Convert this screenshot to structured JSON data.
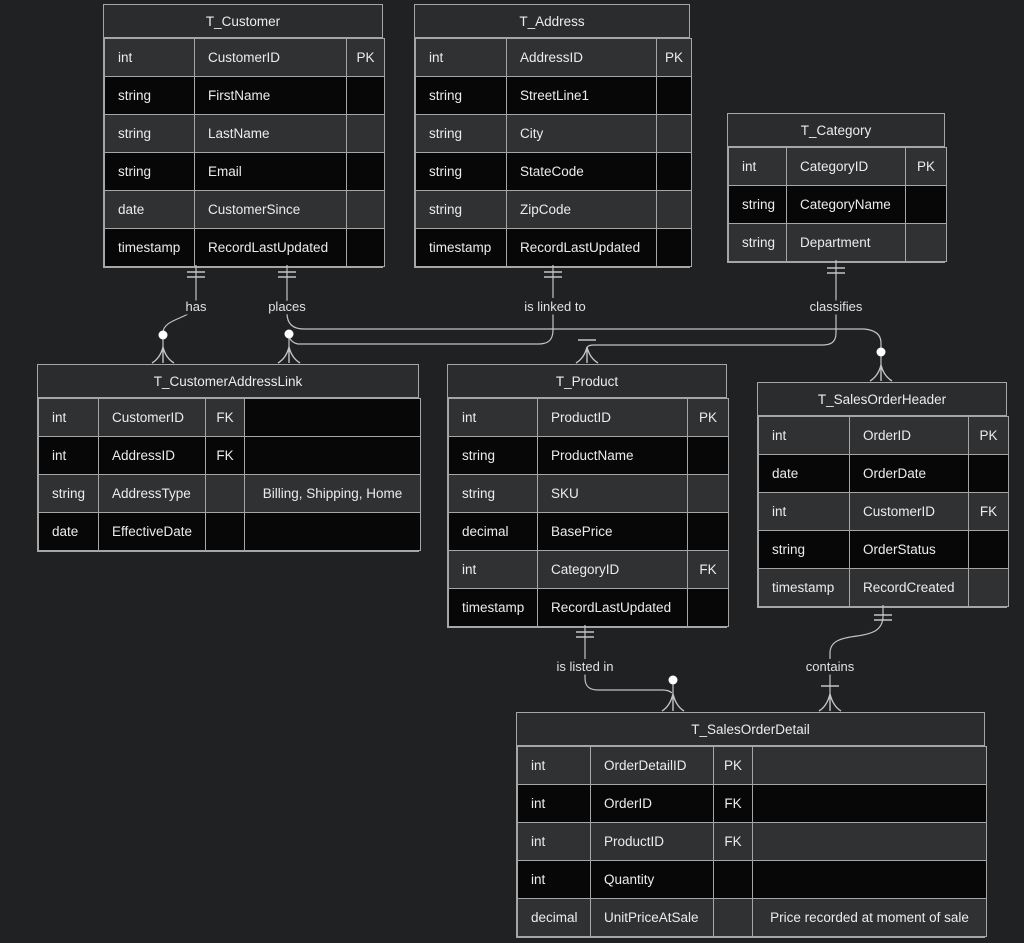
{
  "colors": {
    "background": "#202122",
    "table_header": "#2b2c2d",
    "row_light": "#303132",
    "row_dark": "#070707",
    "border": "#a6a6a6",
    "text": "#ececec",
    "line": "#c4c4c4",
    "marker_fill": "#ffffff"
  },
  "diagram": {
    "type": "entity-relationship",
    "entities": [
      {
        "title": "T_Customer",
        "rows": [
          {
            "type": "int",
            "name": "CustomerID",
            "key": "PK",
            "comment": ""
          },
          {
            "type": "string",
            "name": "FirstName",
            "key": "",
            "comment": ""
          },
          {
            "type": "string",
            "name": "LastName",
            "key": "",
            "comment": ""
          },
          {
            "type": "string",
            "name": "Email",
            "key": "",
            "comment": ""
          },
          {
            "type": "date",
            "name": "CustomerSince",
            "key": "",
            "comment": ""
          },
          {
            "type": "timestamp",
            "name": "RecordLastUpdated",
            "key": "",
            "comment": ""
          }
        ]
      },
      {
        "title": "T_Address",
        "rows": [
          {
            "type": "int",
            "name": "AddressID",
            "key": "PK",
            "comment": ""
          },
          {
            "type": "string",
            "name": "StreetLine1",
            "key": "",
            "comment": ""
          },
          {
            "type": "string",
            "name": "City",
            "key": "",
            "comment": ""
          },
          {
            "type": "string",
            "name": "StateCode",
            "key": "",
            "comment": ""
          },
          {
            "type": "string",
            "name": "ZipCode",
            "key": "",
            "comment": ""
          },
          {
            "type": "timestamp",
            "name": "RecordLastUpdated",
            "key": "",
            "comment": ""
          }
        ]
      },
      {
        "title": "T_Category",
        "rows": [
          {
            "type": "int",
            "name": "CategoryID",
            "key": "PK",
            "comment": ""
          },
          {
            "type": "string",
            "name": "CategoryName",
            "key": "",
            "comment": ""
          },
          {
            "type": "string",
            "name": "Department",
            "key": "",
            "comment": ""
          }
        ]
      },
      {
        "title": "T_CustomerAddressLink",
        "rows": [
          {
            "type": "int",
            "name": "CustomerID",
            "key": "FK",
            "comment": ""
          },
          {
            "type": "int",
            "name": "AddressID",
            "key": "FK",
            "comment": ""
          },
          {
            "type": "string",
            "name": "AddressType",
            "key": "",
            "comment": "Billing, Shipping, Home"
          },
          {
            "type": "date",
            "name": "EffectiveDate",
            "key": "",
            "comment": ""
          }
        ]
      },
      {
        "title": "T_Product",
        "rows": [
          {
            "type": "int",
            "name": "ProductID",
            "key": "PK",
            "comment": ""
          },
          {
            "type": "string",
            "name": "ProductName",
            "key": "",
            "comment": ""
          },
          {
            "type": "string",
            "name": "SKU",
            "key": "",
            "comment": ""
          },
          {
            "type": "decimal",
            "name": "BasePrice",
            "key": "",
            "comment": ""
          },
          {
            "type": "int",
            "name": "CategoryID",
            "key": "FK",
            "comment": ""
          },
          {
            "type": "timestamp",
            "name": "RecordLastUpdated",
            "key": "",
            "comment": ""
          }
        ]
      },
      {
        "title": "T_SalesOrderHeader",
        "rows": [
          {
            "type": "int",
            "name": "OrderID",
            "key": "PK",
            "comment": ""
          },
          {
            "type": "date",
            "name": "OrderDate",
            "key": "",
            "comment": ""
          },
          {
            "type": "int",
            "name": "CustomerID",
            "key": "FK",
            "comment": ""
          },
          {
            "type": "string",
            "name": "OrderStatus",
            "key": "",
            "comment": ""
          },
          {
            "type": "timestamp",
            "name": "RecordCreated",
            "key": "",
            "comment": ""
          }
        ]
      },
      {
        "title": "T_SalesOrderDetail",
        "rows": [
          {
            "type": "int",
            "name": "OrderDetailID",
            "key": "PK",
            "comment": ""
          },
          {
            "type": "int",
            "name": "OrderID",
            "key": "FK",
            "comment": ""
          },
          {
            "type": "int",
            "name": "ProductID",
            "key": "FK",
            "comment": ""
          },
          {
            "type": "int",
            "name": "Quantity",
            "key": "",
            "comment": ""
          },
          {
            "type": "decimal",
            "name": "UnitPriceAtSale",
            "key": "",
            "comment": "Price recorded at moment of sale"
          }
        ]
      }
    ],
    "relationships": [
      {
        "from": "T_Customer",
        "to": "T_CustomerAddressLink",
        "label": "has",
        "cardinality": "one to zero-or-more"
      },
      {
        "from": "T_Customer",
        "to": "T_SalesOrderHeader",
        "label": "places",
        "cardinality": "one to zero-or-more"
      },
      {
        "from": "T_Address",
        "to": "T_CustomerAddressLink",
        "label": "is linked to",
        "cardinality": "one to zero-or-more"
      },
      {
        "from": "T_Category",
        "to": "T_Product",
        "label": "classifies",
        "cardinality": "one to one-or-more"
      },
      {
        "from": "T_Product",
        "to": "T_SalesOrderDetail",
        "label": "is listed in",
        "cardinality": "one to zero-or-more"
      },
      {
        "from": "T_SalesOrderHeader",
        "to": "T_SalesOrderDetail",
        "label": "contains",
        "cardinality": "one to one-or-more"
      }
    ]
  }
}
